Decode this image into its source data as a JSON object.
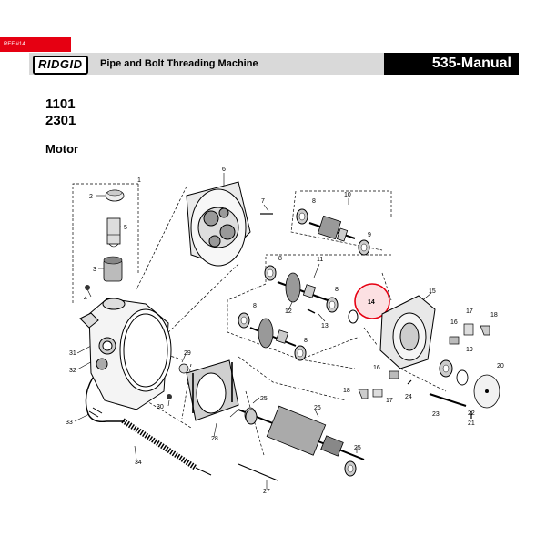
{
  "ref_tag": "REF #14",
  "brand": {
    "logo": "RIDGID",
    "title": "Pipe and Bolt Threading Machine",
    "manual": "535-Manual"
  },
  "models": [
    "1101",
    "2301"
  ],
  "section": "Motor",
  "highlight_part": "14",
  "colors": {
    "highlight": "#e60012",
    "header_gray": "#d9d9d9",
    "tag_red": "#e60012"
  },
  "callouts": [
    "1",
    "2",
    "5",
    "3",
    "4",
    "31",
    "32",
    "33",
    "6",
    "7",
    "8",
    "10",
    "9",
    "11",
    "12",
    "13",
    "14",
    "15",
    "16",
    "17",
    "18",
    "19",
    "20",
    "21",
    "22",
    "23",
    "24",
    "25",
    "26",
    "27",
    "28",
    "29",
    "30",
    "34"
  ]
}
